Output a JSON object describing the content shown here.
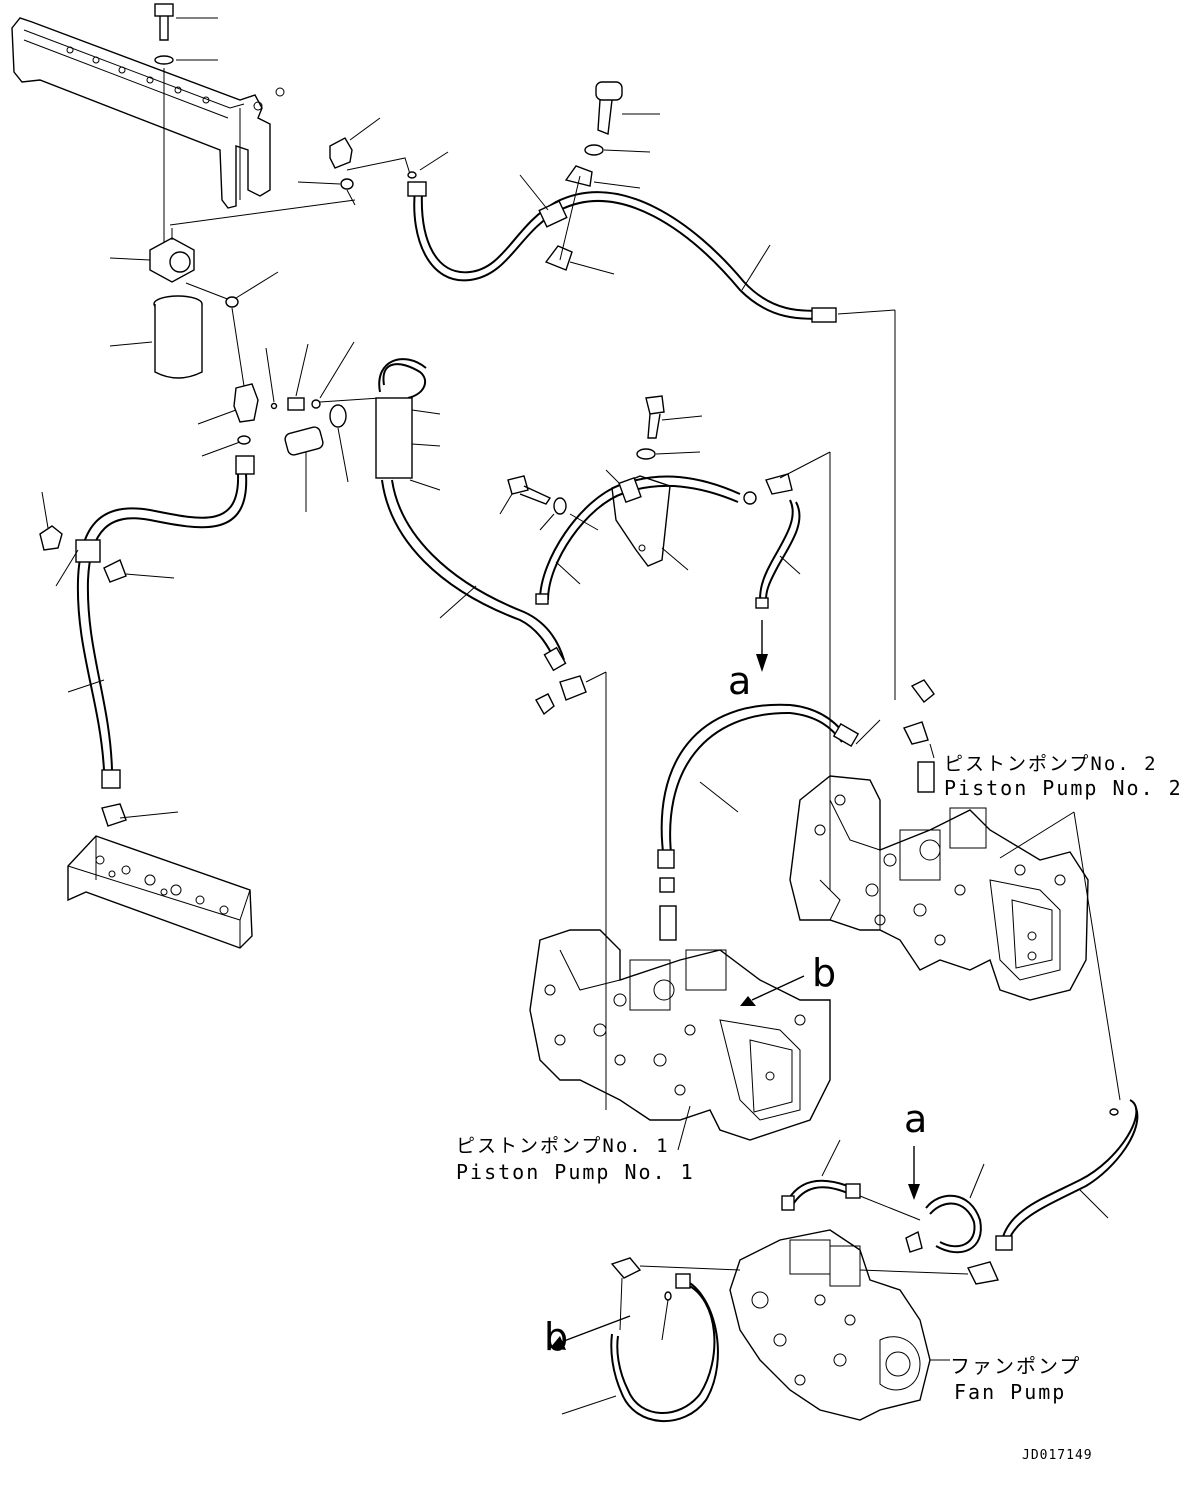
{
  "labels": {
    "pump2_jp": "ピストンポンプNo. 2",
    "pump2_en": "Piston Pump No. 2",
    "pump1_jp": "ピストンポンプNo. 1",
    "pump1_en": "Piston Pump No. 1",
    "fan_jp": "ファンポンプ",
    "fan_en": "Fan Pump"
  },
  "markers": {
    "a_top": "a",
    "b_mid": "b",
    "a_bottom": "a",
    "b_bottom": "b"
  },
  "drawing_code": "JD017149"
}
